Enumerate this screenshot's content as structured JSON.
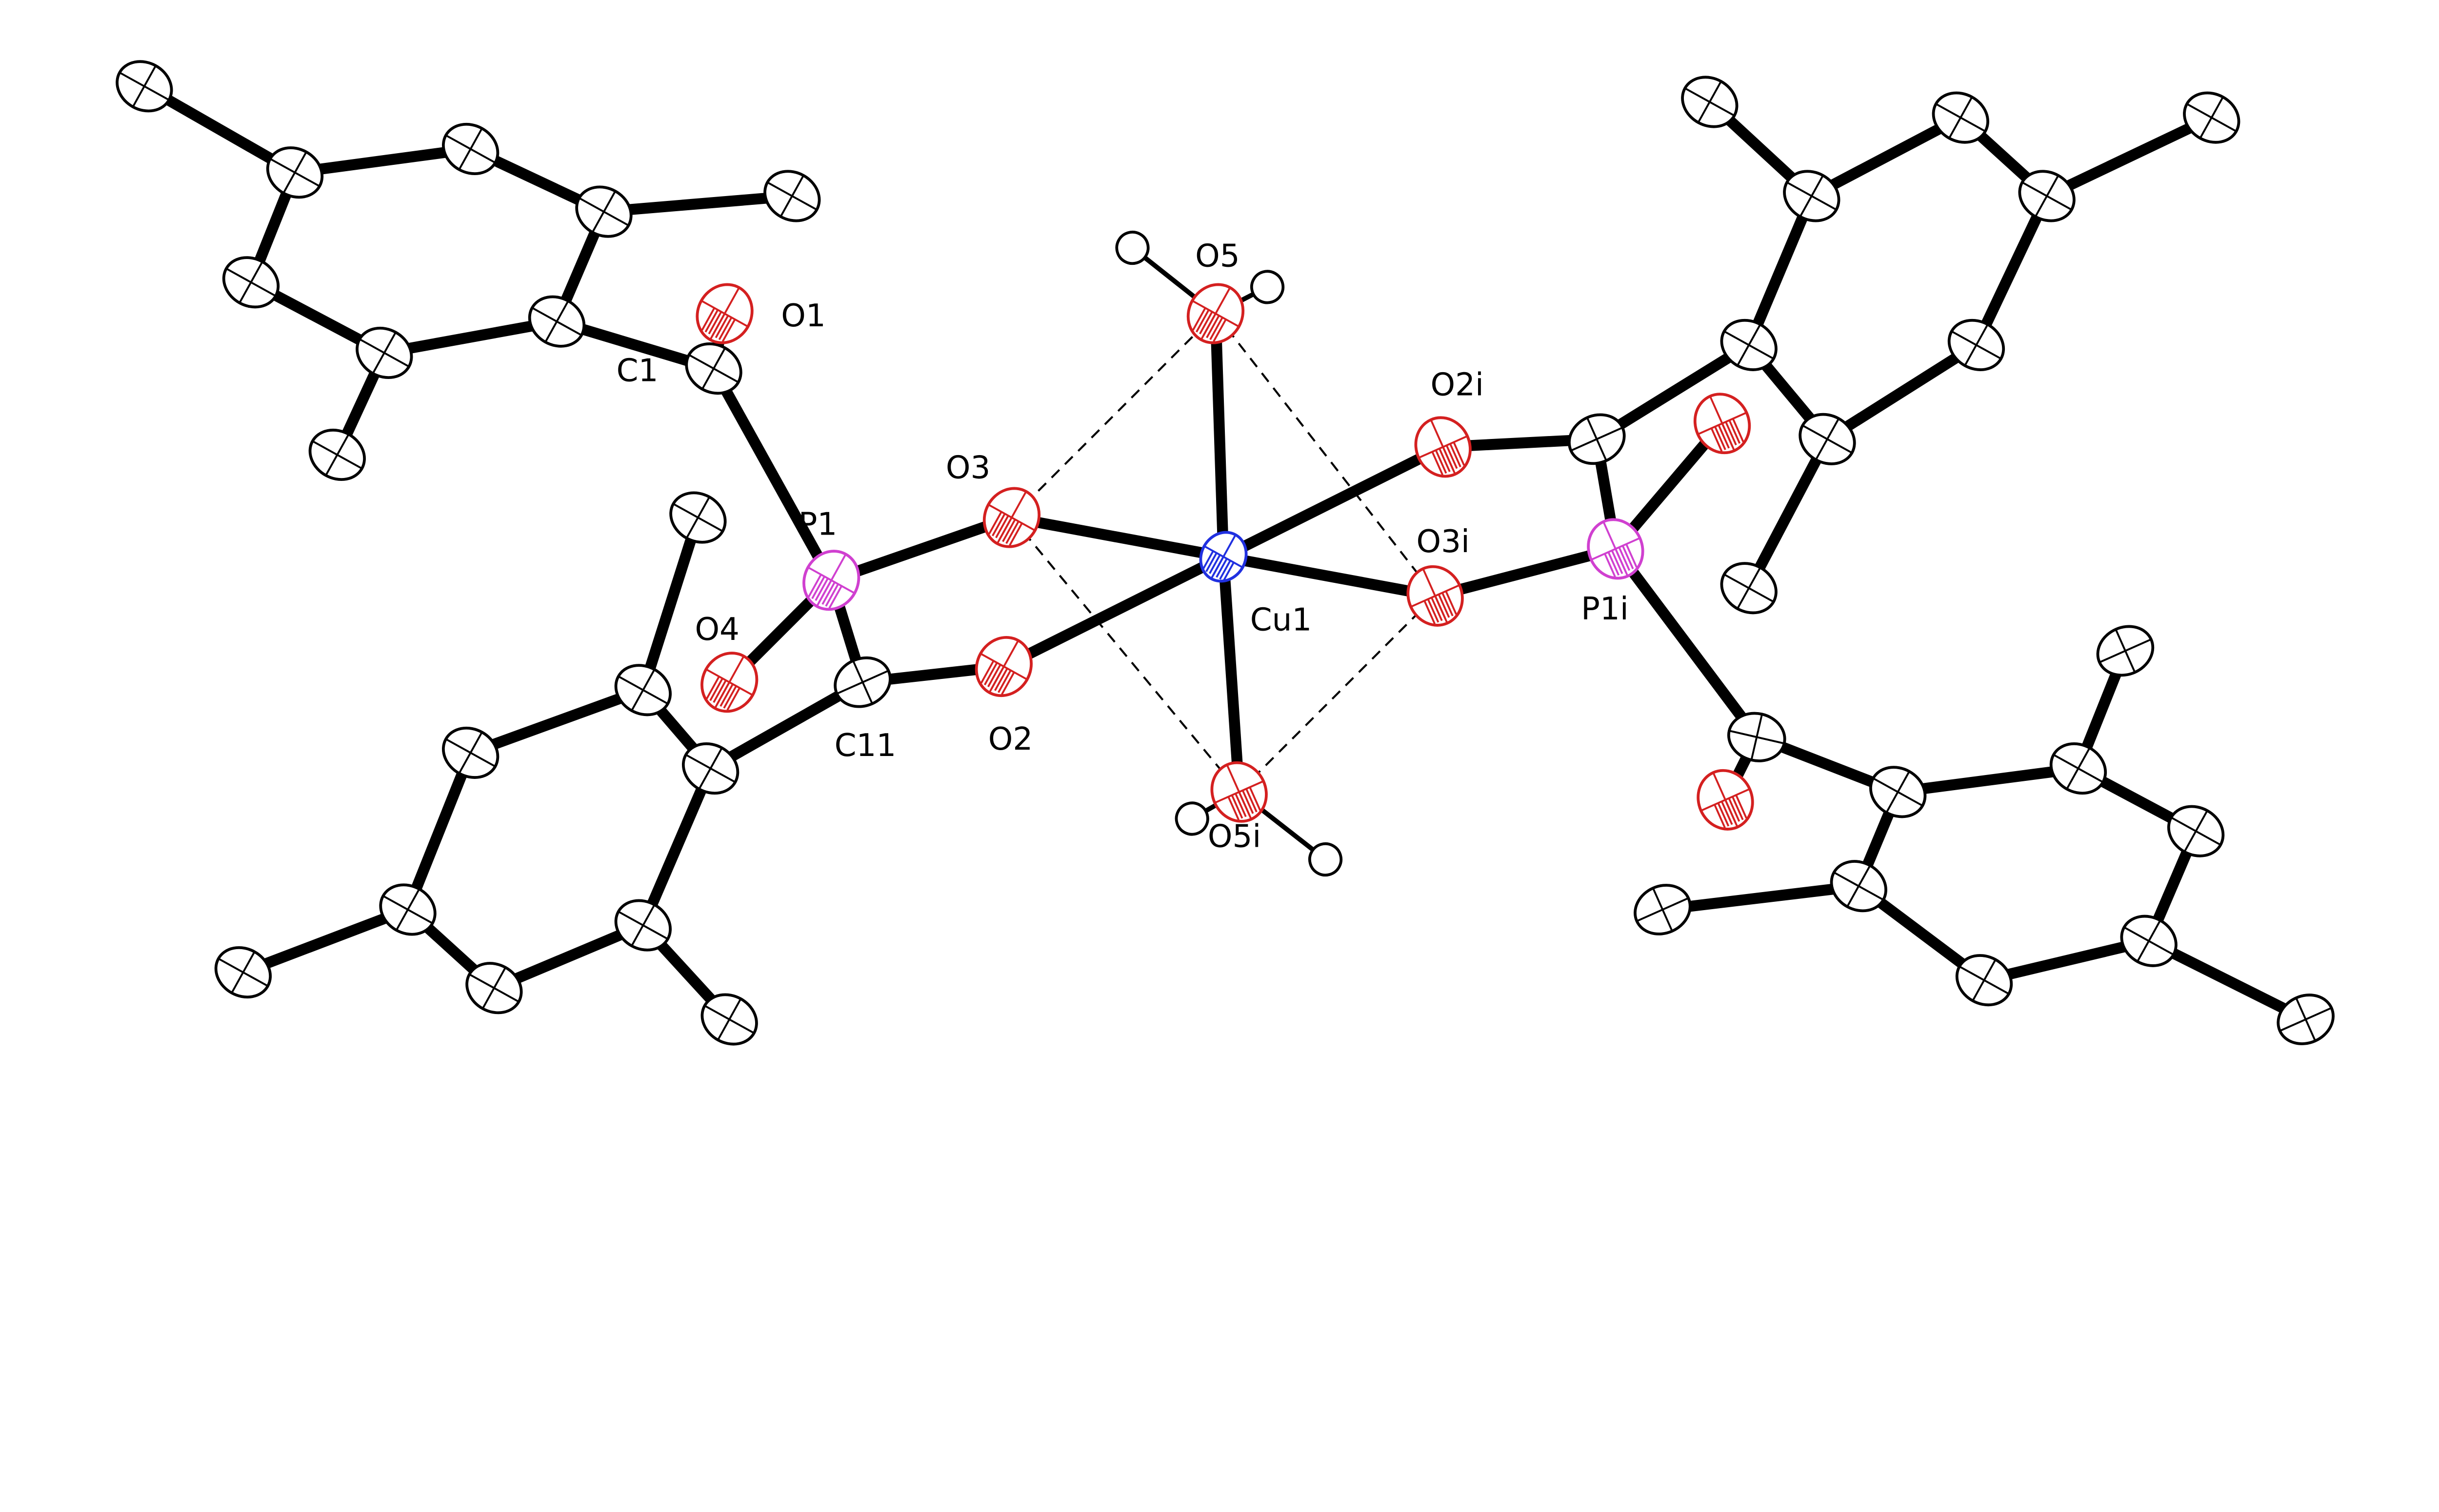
{
  "title": "",
  "colors": {
    "carbon": "#ffffff",
    "oxygen": "#d42020",
    "phosphorus": "#d040d0",
    "copper": "#2030e0",
    "bond": "#000000"
  },
  "labels": {
    "O1": "O1",
    "C1": "C1",
    "P1": "P1",
    "O4": "O4",
    "C11": "C11",
    "O2": "O2",
    "O3": "O3",
    "O5": "O5",
    "Cu1": "Cu1",
    "O5i": "O5i",
    "O2i": "O2i",
    "O3i": "O3i",
    "P1i": "P1i"
  }
}
